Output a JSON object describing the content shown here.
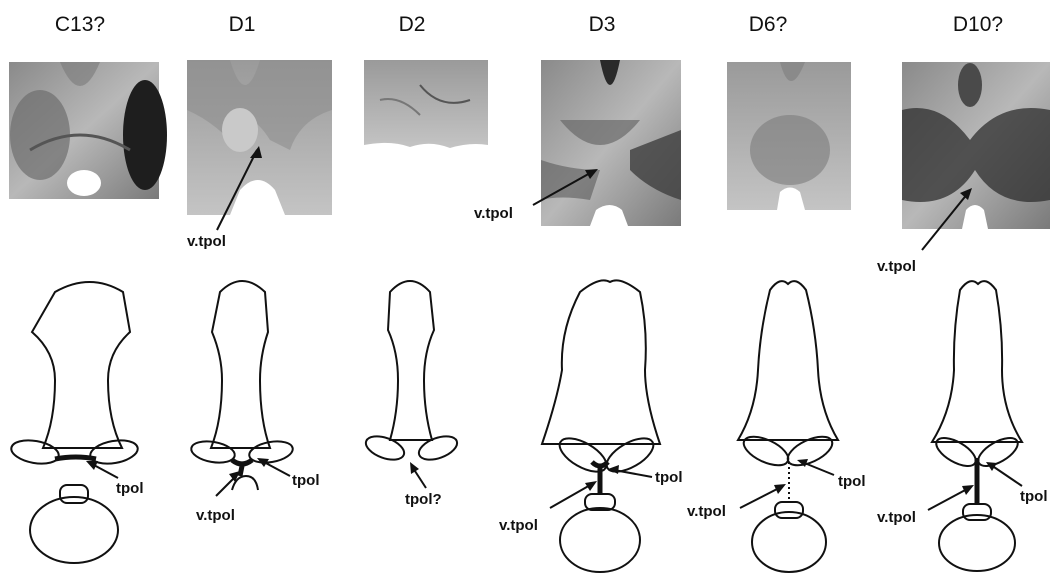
{
  "figure": {
    "columns": [
      {
        "id": "c13",
        "title": "C13?"
      },
      {
        "id": "d1",
        "title": "D1"
      },
      {
        "id": "d2",
        "title": "D2"
      },
      {
        "id": "d3",
        "title": "D3"
      },
      {
        "id": "d6",
        "title": "D6?"
      },
      {
        "id": "d10",
        "title": "D10?"
      }
    ],
    "photo_labels": {
      "d1": "v.tpol",
      "d3": "v.tpol",
      "d10": "v.tpol"
    },
    "drawing_labels": {
      "c13_tpol": "tpol",
      "d1_vtpol": "v.tpol",
      "d1_tpol": "tpol",
      "d2_tpol": "tpol?",
      "d3_tpol": "tpol",
      "d3_vtpol": "v.tpol",
      "d6_tpol": "tpol",
      "d6_vtpol": "v.tpol",
      "d10_tpol": "tpol",
      "d10_vtpol": "v.tpol"
    }
  }
}
